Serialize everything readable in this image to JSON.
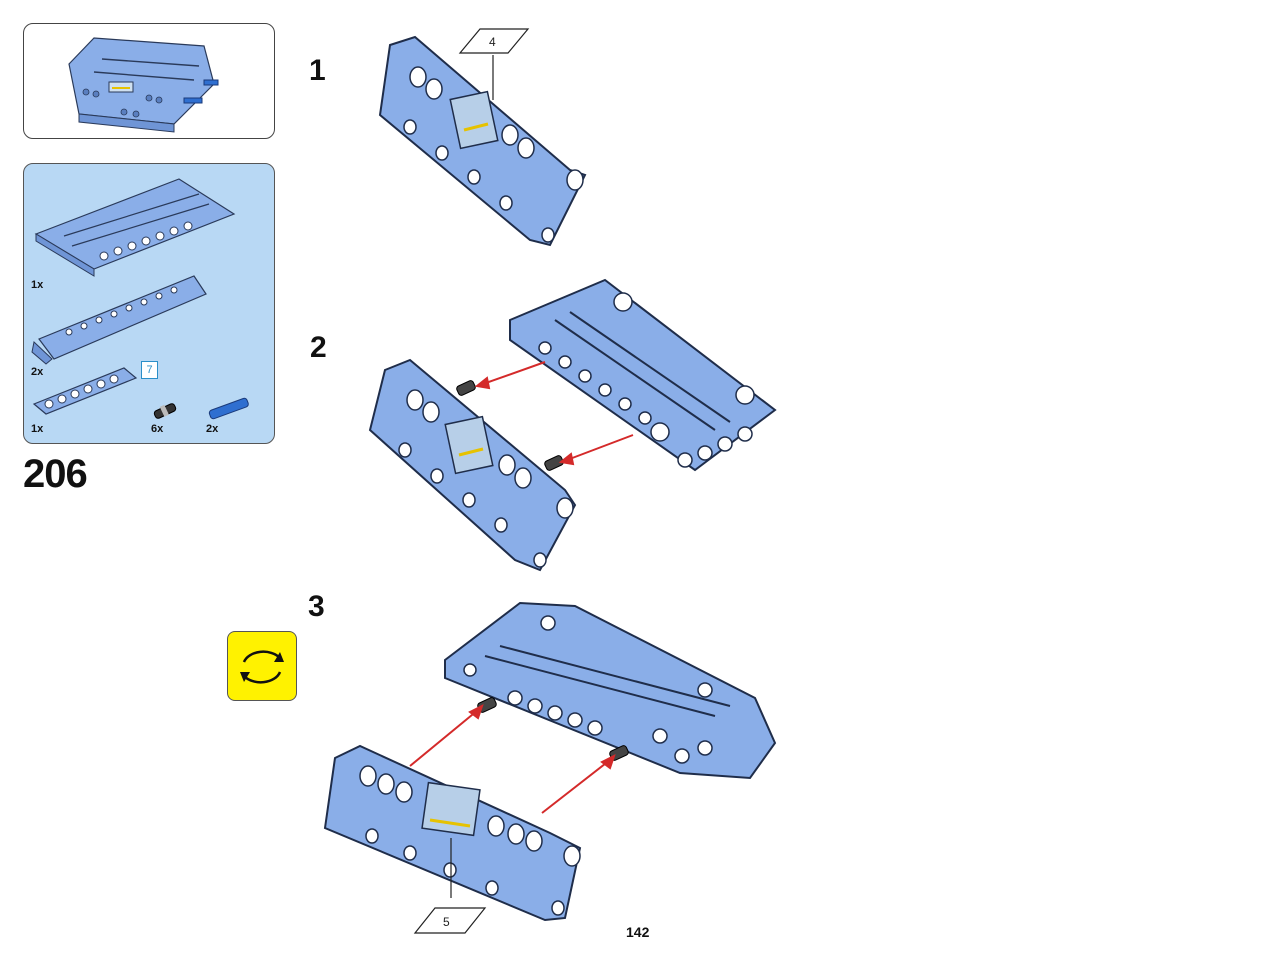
{
  "step": {
    "number": "206"
  },
  "substeps": [
    {
      "label": "1"
    },
    {
      "label": "2"
    },
    {
      "label": "3"
    }
  ],
  "parts_list": [
    {
      "qty": "1x",
      "part": "panel-7x11-icon"
    },
    {
      "qty": "2x",
      "part": "curved-panel-icon"
    },
    {
      "qty": "1x",
      "part": "beam-7-icon"
    },
    {
      "qty": "6x",
      "part": "black-pin-icon"
    },
    {
      "qty": "2x",
      "part": "blue-axle-pin-icon"
    }
  ],
  "beam_length_label": "7",
  "callouts": [
    {
      "label": "4"
    },
    {
      "label": "5"
    }
  ],
  "page": {
    "number": "142"
  },
  "colors": {
    "part_blue": "#8aaee8",
    "panel_bg": "#b8d8f4",
    "rotate_yellow": "#fff200",
    "arrow_red": "#d42a2a"
  }
}
